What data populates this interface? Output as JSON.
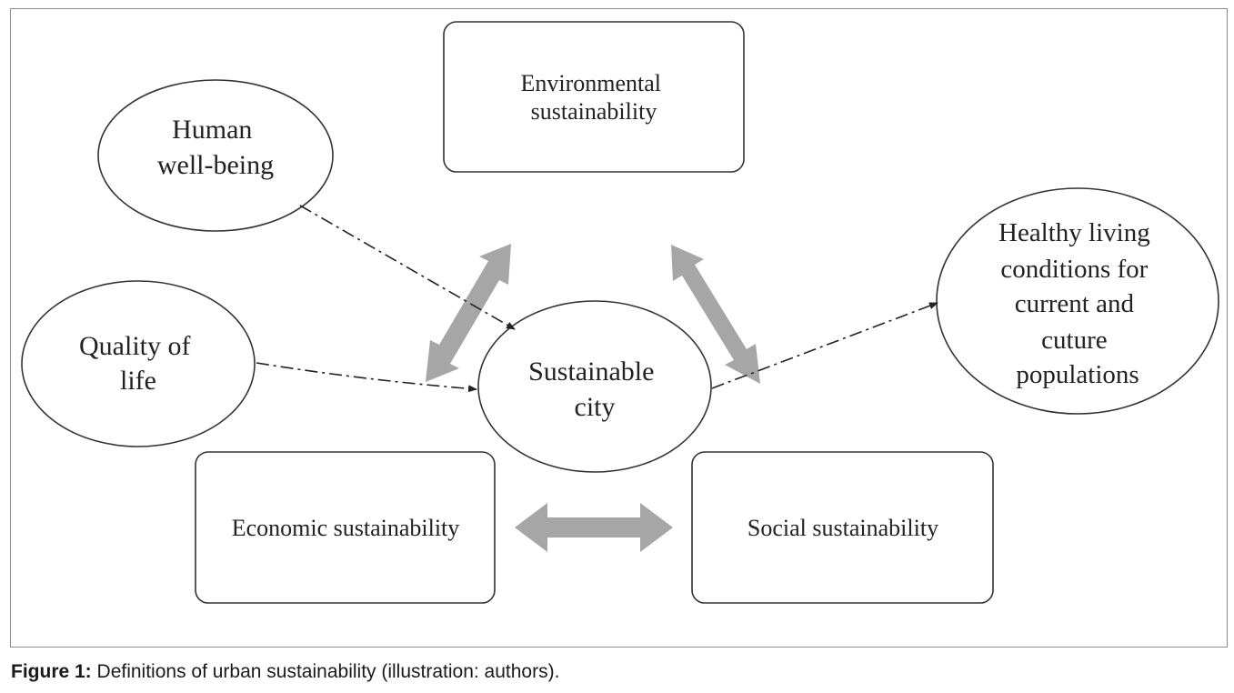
{
  "nodes": {
    "human_wellbeing": [
      "Human",
      "well-being"
    ],
    "quality_of_life": [
      "Quality of",
      "life"
    ],
    "environmental": [
      "Environmental",
      "sustainability"
    ],
    "sustainable_city": [
      "Sustainable",
      "city"
    ],
    "healthy_living": [
      "Healthy living",
      "conditions for",
      "current and",
      "cuture",
      "populations"
    ],
    "economic": [
      "Economic sustainability"
    ],
    "social": [
      "Social sustainability"
    ]
  },
  "caption": {
    "label": "Figure 1:",
    "text": " Definitions of urban sustainability (illustration: authors)."
  },
  "colors": {
    "border": "#333333",
    "arrow_fill": "#a6a6a6",
    "dashed_line": "#222222"
  }
}
